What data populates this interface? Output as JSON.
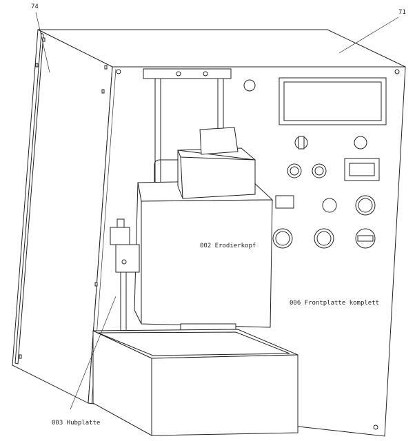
{
  "labels": {
    "part_74": "74",
    "part_71": "71",
    "erodierkopf": "002 Erodierkopf",
    "frontplatte": "006 Frontplatte komplett",
    "hubplatte": "003 Hubplatte"
  },
  "colors": {
    "line": "#222222",
    "background": "#ffffff"
  }
}
